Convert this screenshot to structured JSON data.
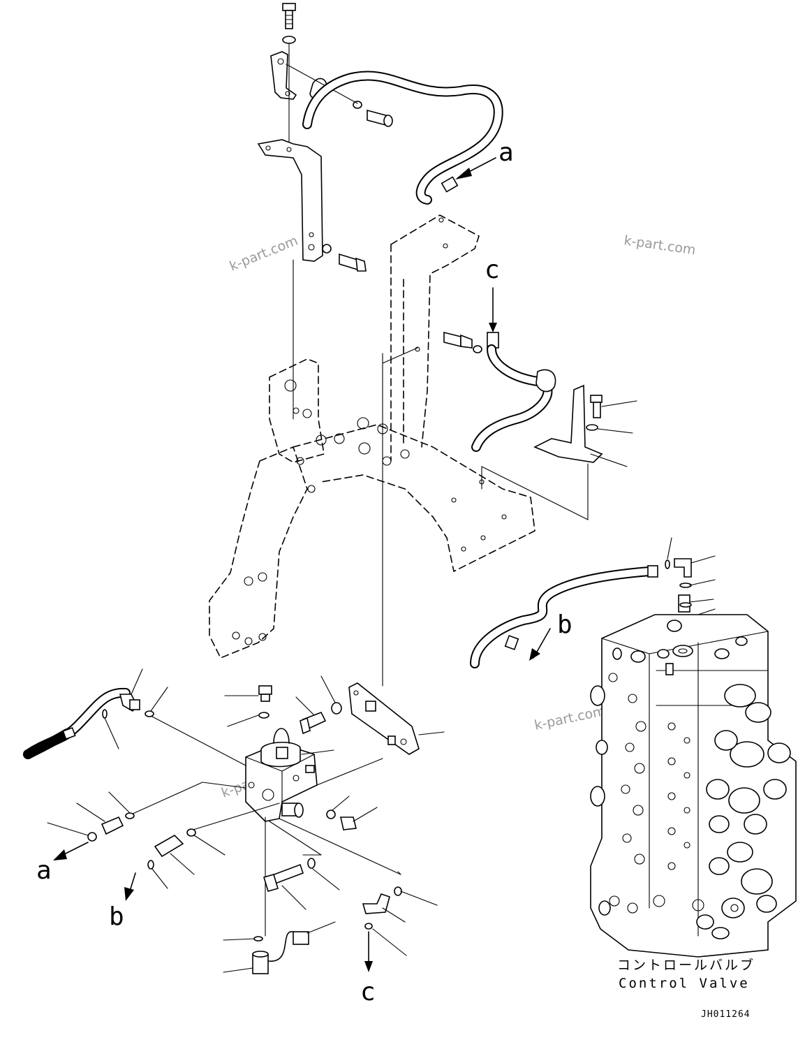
{
  "callouts": {
    "a_top": "a",
    "c_top": "c",
    "b_right": "b",
    "a_left": "a",
    "b_left": "b",
    "c_bottom": "c"
  },
  "caption": {
    "japanese": "コントロールバルブ",
    "english": "Control Valve"
  },
  "drawing_code": "JH011264",
  "watermarks": [
    "k-part.com",
    "k-part.com",
    "k-part.com",
    "k-part.com"
  ]
}
